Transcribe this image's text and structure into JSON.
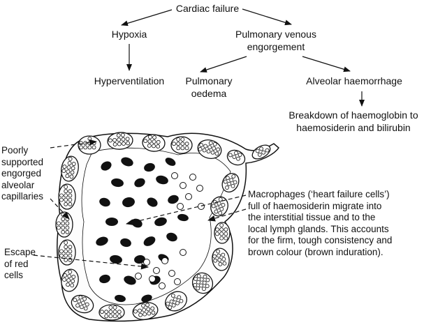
{
  "flow": {
    "cardiac_failure": "Cardiac failure",
    "hypoxia": "Hypoxia",
    "pulmonary_venous": [
      "Pulmonary venous",
      "engorgement"
    ],
    "hyperventilation": "Hyperventilation",
    "pulmonary_oedema": [
      "Pulmonary",
      "oedema"
    ],
    "alveolar_haemorrhage": "Alveolar haemorrhage",
    "breakdown": [
      "Breakdown of haemoglobin to",
      "haemosiderin and bilirubin"
    ]
  },
  "annotations": {
    "capillaries": [
      "Poorly",
      "supported",
      "engorged",
      "alveolar",
      "capillaries"
    ],
    "macrophages": [
      "Macrophages (‘heart failure cells’)",
      "full of haemosiderin migrate into",
      "the interstitial tissue and to the",
      "local lymph glands. This accounts",
      "for the firm, tough consistency and",
      "brown colour (brown induration)."
    ],
    "escape": [
      "Escape",
      "of red",
      "cells"
    ]
  }
}
